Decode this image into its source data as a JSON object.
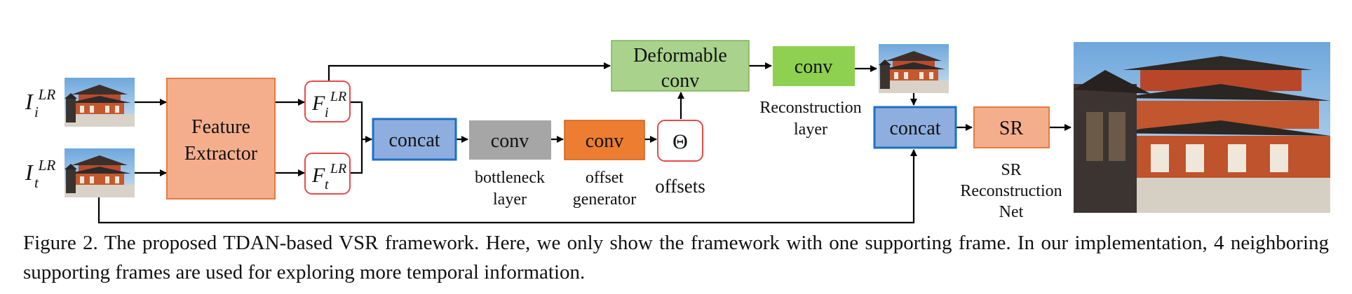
{
  "inputs": {
    "ref": {
      "base": "I",
      "sub": "i",
      "sup": "LR"
    },
    "sup": {
      "base": "I",
      "sub": "t",
      "sup": "LR"
    }
  },
  "feature_extractor": {
    "line1": "Feature",
    "line2": "Extractor"
  },
  "features": {
    "ref": {
      "base": "F",
      "sub": "i",
      "sup": "LR"
    },
    "sup": {
      "base": "F",
      "sub": "t",
      "sup": "LR"
    }
  },
  "concat1": {
    "label": "concat"
  },
  "bottleneck": {
    "label": "conv",
    "caption_line1": "bottleneck",
    "caption_line2": "layer"
  },
  "offset_generator": {
    "label": "conv",
    "caption_line1": "offset",
    "caption_line2": "generator"
  },
  "offsets": {
    "symbol": "Θ",
    "caption": "offsets"
  },
  "deformable": {
    "line1": "Deformable",
    "line2": "conv"
  },
  "reconstruction": {
    "label": "conv",
    "caption_line1": "Reconstruction",
    "caption_line2": "layer"
  },
  "concat2": {
    "label": "concat"
  },
  "sr_net": {
    "label": "SR",
    "caption_line1": "SR",
    "caption_line2": "Reconstruction",
    "caption_line3": "Net"
  },
  "caption": "Figure 2. The proposed TDAN-based VSR framework. Here, we only show the framework with one supporting frame. In our implementation, 4 neighboring supporting frames are used for exploring more temporal information.",
  "colors": {
    "feature_extractor_fill": "#f5ae8c",
    "feature_extractor_stroke": "#e8793f",
    "concat_fill": "#8eaee0",
    "concat_stroke": "#1f6fc0",
    "bottleneck_fill": "#a6a6a6",
    "offset_gen_fill": "#ec7d31",
    "deformable_fill": "#a9d28c",
    "deformable_stroke": "#7fb35a",
    "recon_fill": "#8ed04f",
    "sr_fill": "#f5ae8c",
    "feature_stroke": "#e84a4a",
    "line": "#000000"
  },
  "icons": {
    "frame_thumbnail": "temple-image",
    "output_image": "temple-hr-image"
  }
}
